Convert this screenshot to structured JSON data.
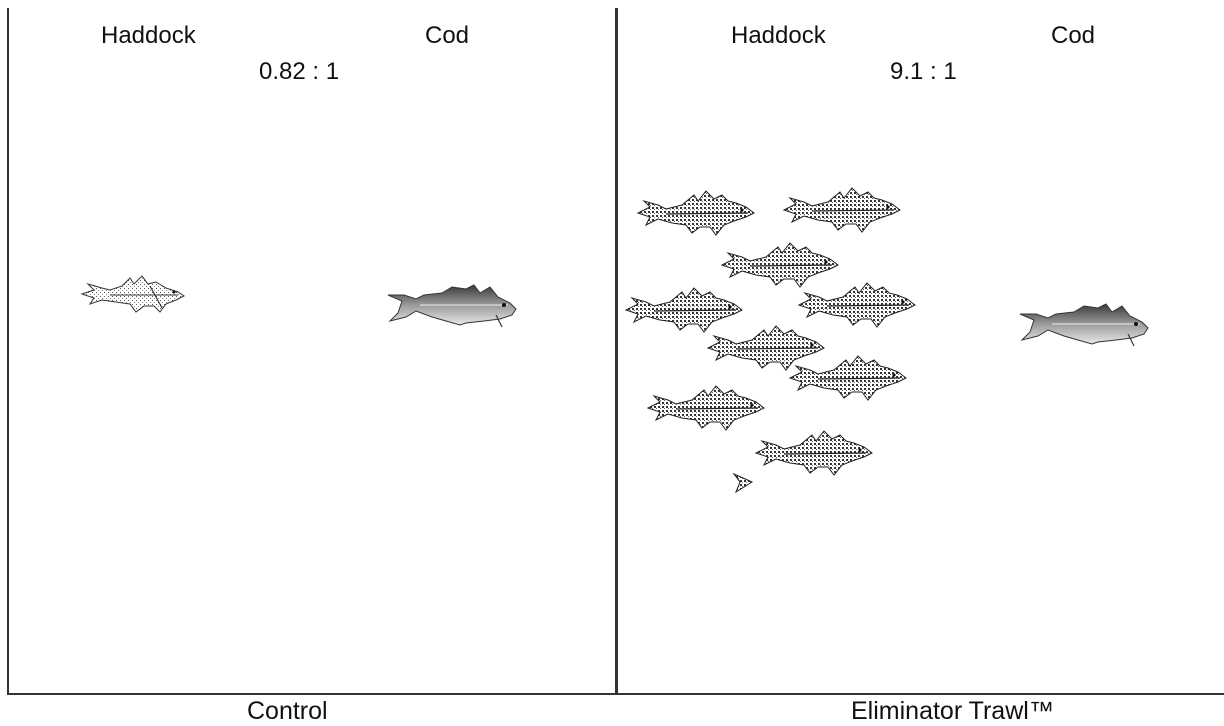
{
  "panels": [
    {
      "haddock_label": "Haddock",
      "cod_label": "Cod",
      "ratio": "0.82 : 1",
      "caption": "Control",
      "haddock_count": 1,
      "cod_count": 1
    },
    {
      "haddock_label": "Haddock",
      "cod_label": "Cod",
      "ratio": "9.1 : 1",
      "caption": "Eliminator Trawl™",
      "haddock_count": 10,
      "cod_count": 1
    }
  ]
}
